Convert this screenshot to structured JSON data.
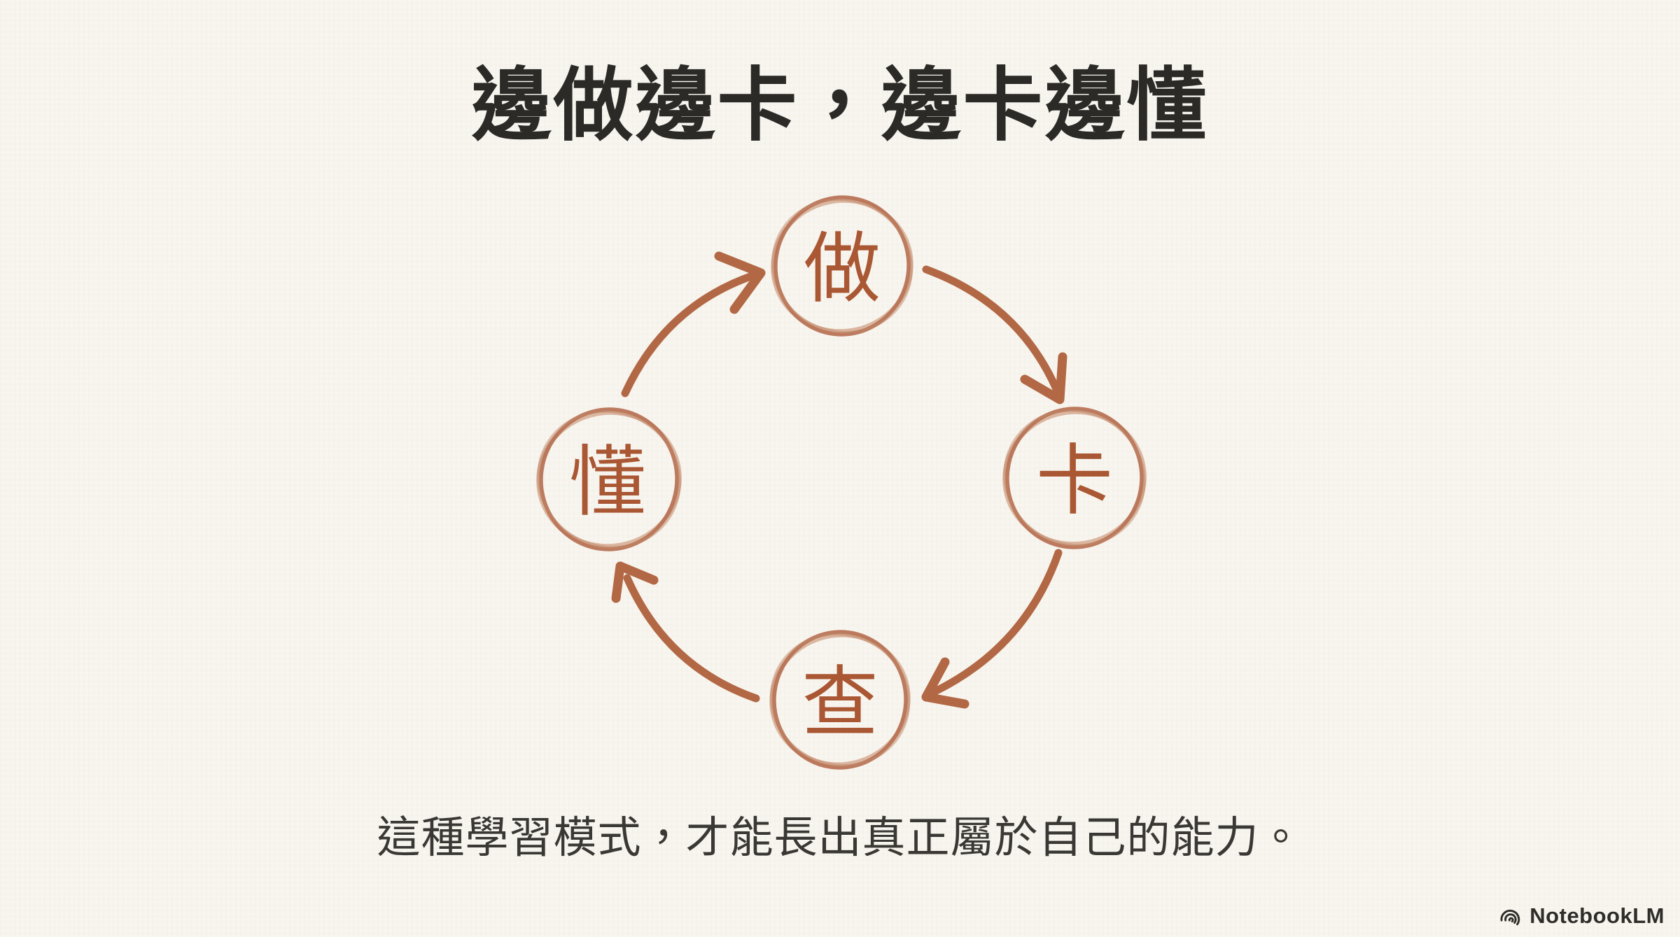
{
  "page": {
    "title": "邊做邊卡，邊卡邊懂",
    "subtitle": "這種學習模式，才能長出真正屬於自己的能力。"
  },
  "cycle": {
    "direction": "clockwise",
    "nodes": [
      {
        "id": "do",
        "label": "做",
        "position": "top"
      },
      {
        "id": "stuck",
        "label": "卡",
        "position": "right"
      },
      {
        "id": "lookup",
        "label": "查",
        "position": "bottom"
      },
      {
        "id": "understand",
        "label": "懂",
        "position": "left"
      }
    ]
  },
  "watermark": {
    "label": "NotebookLM"
  },
  "colors": {
    "background": "#f7f4ed",
    "title_ink": "#2b2a26",
    "subtitle_ink": "#3a3834",
    "sketch_clay": "#b26845",
    "sketch_clay_light": "#cf9d80",
    "node_glyph": "#aa5733"
  }
}
